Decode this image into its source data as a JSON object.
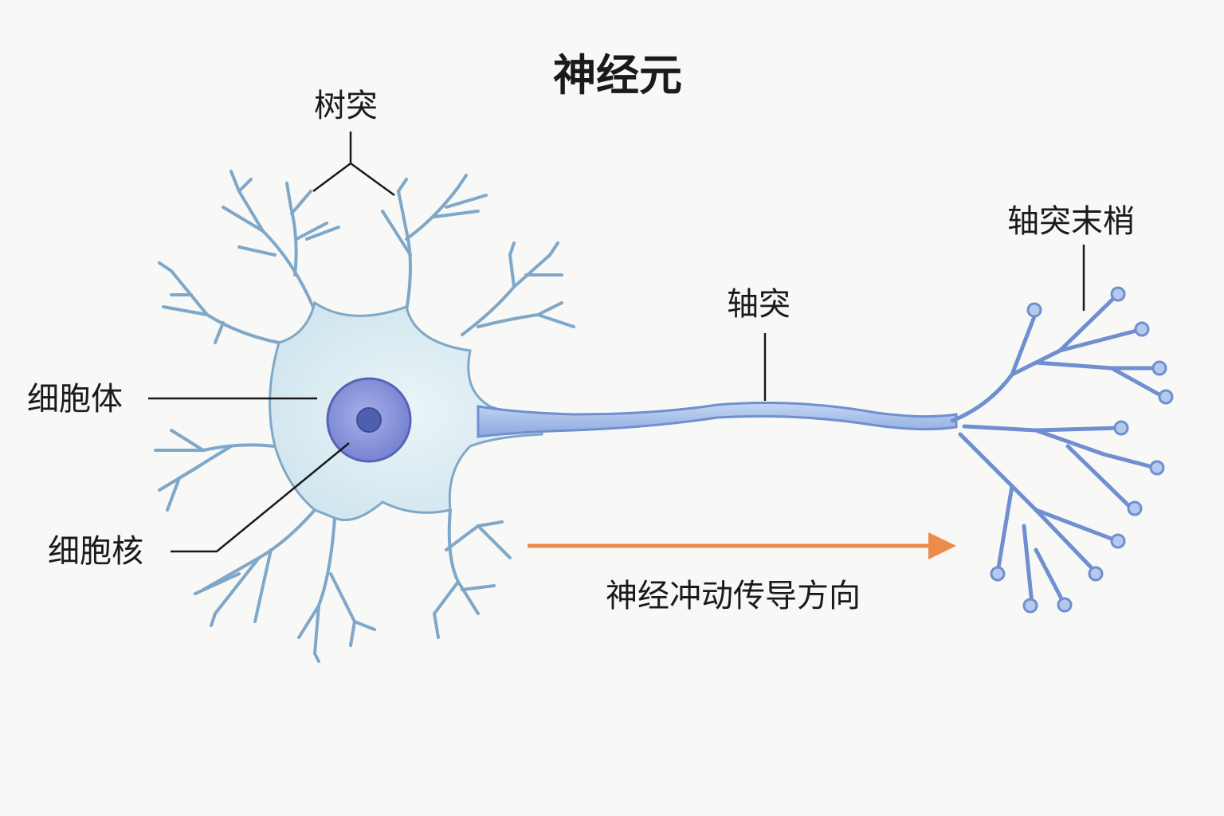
{
  "diagram": {
    "title": "神经元",
    "labels": {
      "dendrite": "树突",
      "soma": "细胞体",
      "nucleus": "细胞核",
      "axon": "轴突",
      "axon_terminal": "轴突末梢",
      "direction": "神经冲动传导方向"
    },
    "colors": {
      "soma_fill": "#d6eaf0",
      "dendrite_stroke": "#7fa8c8",
      "axon_fill": "#9db8e4",
      "axon_stroke": "#6f8fd0",
      "nucleus_fill": "#8d97dd",
      "nucleolus_fill": "#4f5fb0",
      "arrow": "#ee8a4a",
      "leader_line": "#1a1a1a",
      "background": "#f8f8f7"
    }
  }
}
